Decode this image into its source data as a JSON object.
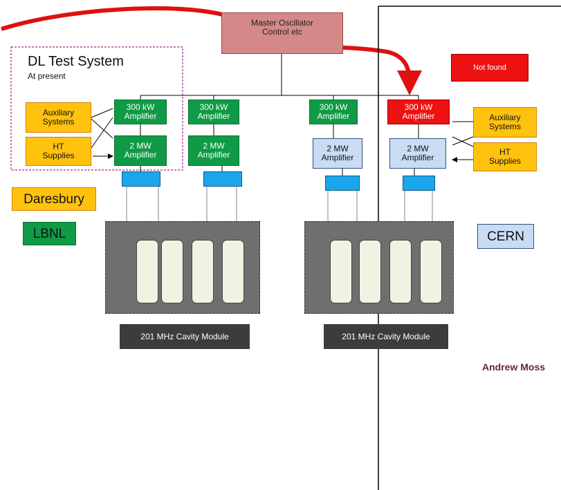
{
  "master_oscillator": "Master Oscillator\nControl etc",
  "dl_test": {
    "title": "DL Test System",
    "subtitle": "At present"
  },
  "amplifier_300kw": "300 kW\nAmplifier",
  "amplifier_2mw": "2 MW\nAmplifier",
  "auxiliary_systems": "Auxiliary\nSystems",
  "ht_supplies": "HT\nSupplies",
  "not_found": "Not found",
  "labs": {
    "daresbury": "Daresbury",
    "lbnl": "LBNL",
    "cern": "CERN"
  },
  "cavity_module": "201 MHz Cavity Module",
  "author": "Andrew Moss",
  "colors": {
    "green": "#0f9a46",
    "red": "#ee1111",
    "amber": "#ffc20e",
    "light_blue": "#c9dcf4",
    "coupler": "#1aa6ea",
    "author": "#6a1f3a"
  }
}
